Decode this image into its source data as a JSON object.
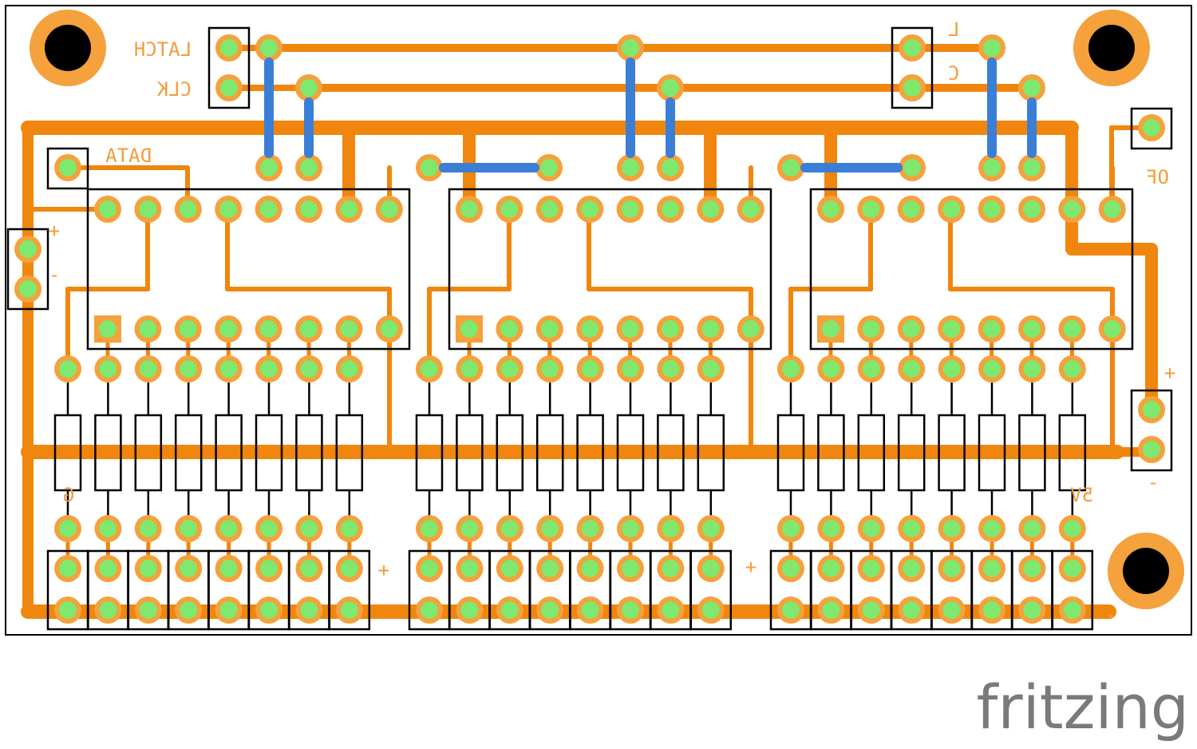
{
  "board": {
    "labels": {
      "latch": "LATCH",
      "clk": "CLK",
      "data": "DATA",
      "latch_short": "L",
      "clk_short": "C",
      "of": "OF",
      "gnd_left": "G",
      "v5": "5V",
      "plus": "+",
      "minus": "-"
    },
    "watermark": "fritzing"
  },
  "colors": {
    "trace": "#f0860e",
    "pad_ring": "#f5a13c",
    "pad_center": "#7fe86e",
    "jumper": "#3a7fd5",
    "silkscreen": "#000000",
    "board_bg": "#ffffff",
    "mount_hole": "#000000",
    "watermark": "#7a7a7a"
  },
  "components": {
    "shift_registers": 3,
    "resistors_per_bank": 8,
    "output_headers_per_bank": 8
  }
}
